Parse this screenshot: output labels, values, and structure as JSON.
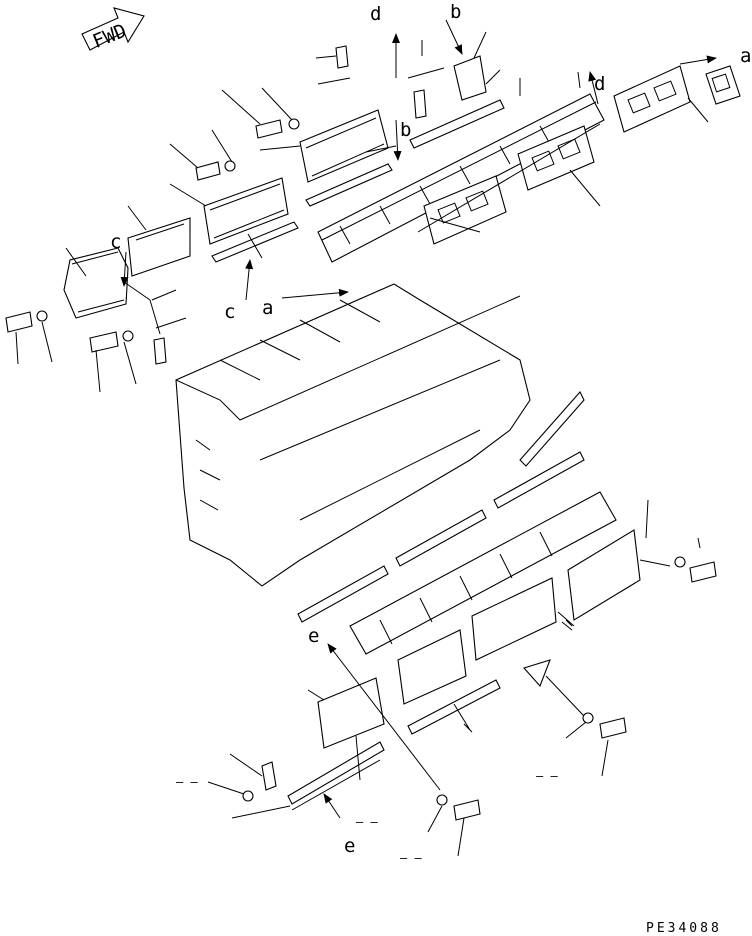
{
  "fwd_badge": "FWD",
  "callouts": {
    "a": "a",
    "b": "b",
    "c": "c",
    "d": "d",
    "e": "e"
  },
  "dash_label": "– –",
  "drawing_number": "PE34088"
}
